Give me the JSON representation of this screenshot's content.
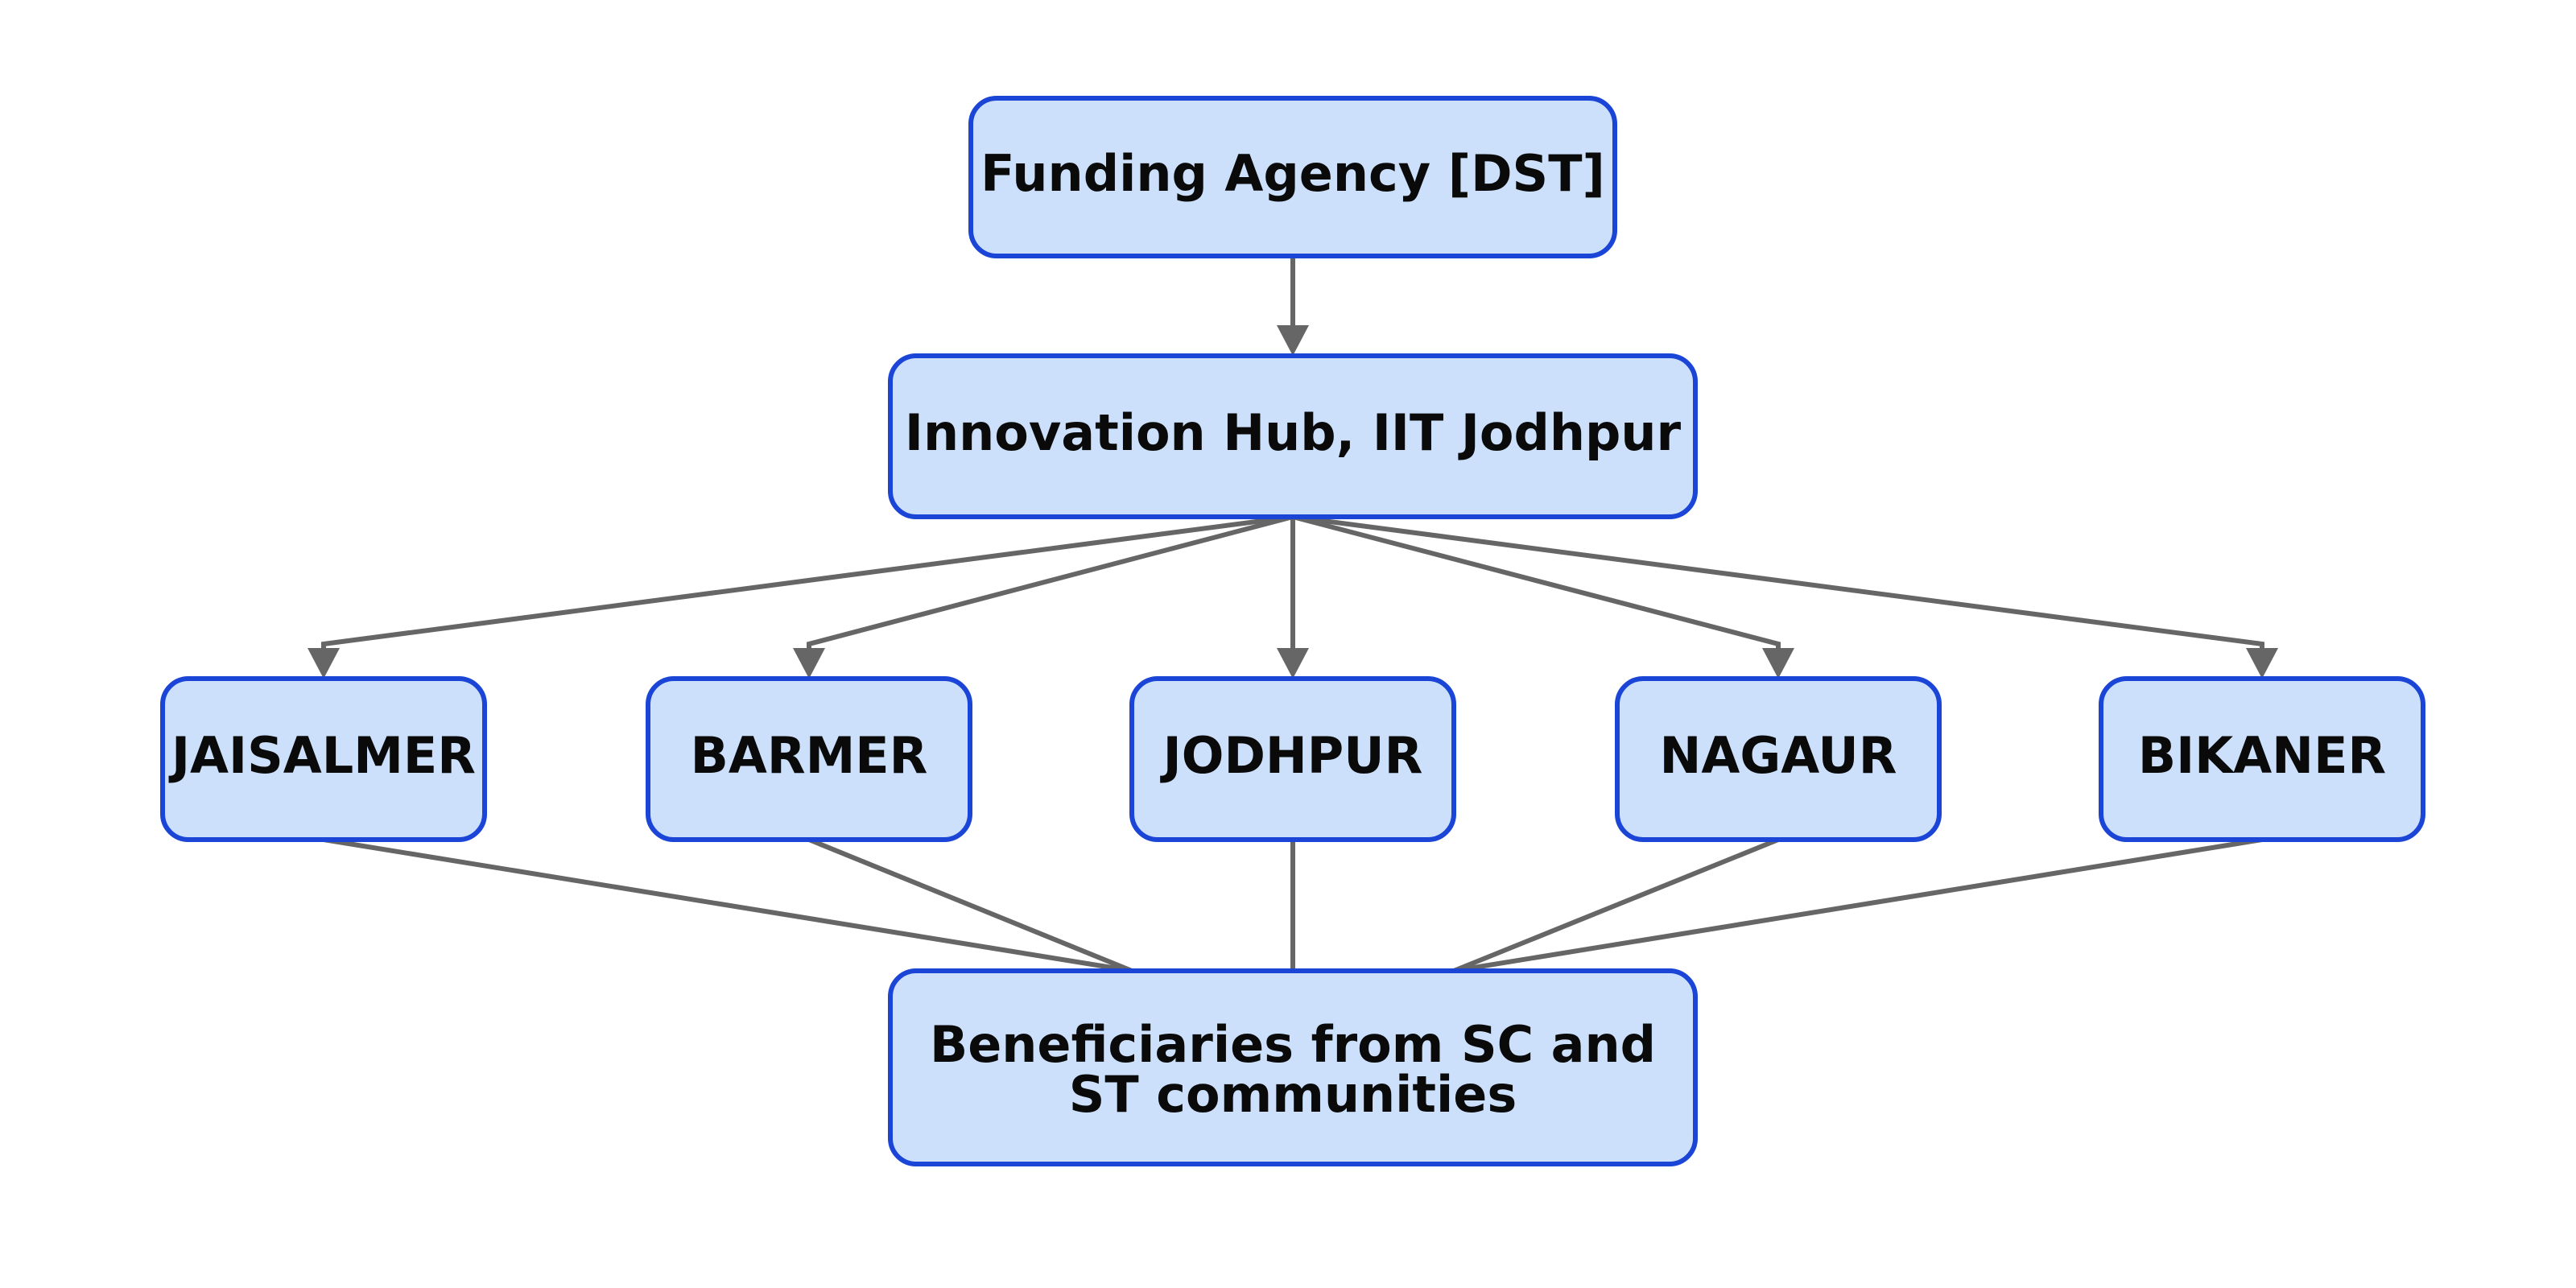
{
  "colors": {
    "node_fill": "#cce0fb",
    "node_stroke": "#1a45d6",
    "edge": "#666666",
    "text": "#0a0a0a"
  },
  "nodes": {
    "funding": {
      "label": "Funding Agency [DST]"
    },
    "hub": {
      "label": "Innovation Hub, IIT Jodhpur"
    },
    "jaisalmer": {
      "label": "JAISALMER"
    },
    "barmer": {
      "label": "BARMER"
    },
    "jodhpur": {
      "label": "JODHPUR"
    },
    "nagaur": {
      "label": "NAGAUR"
    },
    "bikaner": {
      "label": "BIKANER"
    },
    "beneficiaries": {
      "label_line1": "Beneficiaries from SC and",
      "label_line2": "ST communities"
    }
  },
  "edges": [
    {
      "from": "funding",
      "to": "hub",
      "arrow": true
    },
    {
      "from": "hub",
      "to": "jaisalmer",
      "arrow": true
    },
    {
      "from": "hub",
      "to": "barmer",
      "arrow": true
    },
    {
      "from": "hub",
      "to": "jodhpur",
      "arrow": true
    },
    {
      "from": "hub",
      "to": "nagaur",
      "arrow": true
    },
    {
      "from": "hub",
      "to": "bikaner",
      "arrow": true
    },
    {
      "from": "jaisalmer",
      "to": "beneficiaries",
      "arrow": false
    },
    {
      "from": "barmer",
      "to": "beneficiaries",
      "arrow": false
    },
    {
      "from": "jodhpur",
      "to": "beneficiaries",
      "arrow": false
    },
    {
      "from": "nagaur",
      "to": "beneficiaries",
      "arrow": false
    },
    {
      "from": "bikaner",
      "to": "beneficiaries",
      "arrow": false
    }
  ]
}
